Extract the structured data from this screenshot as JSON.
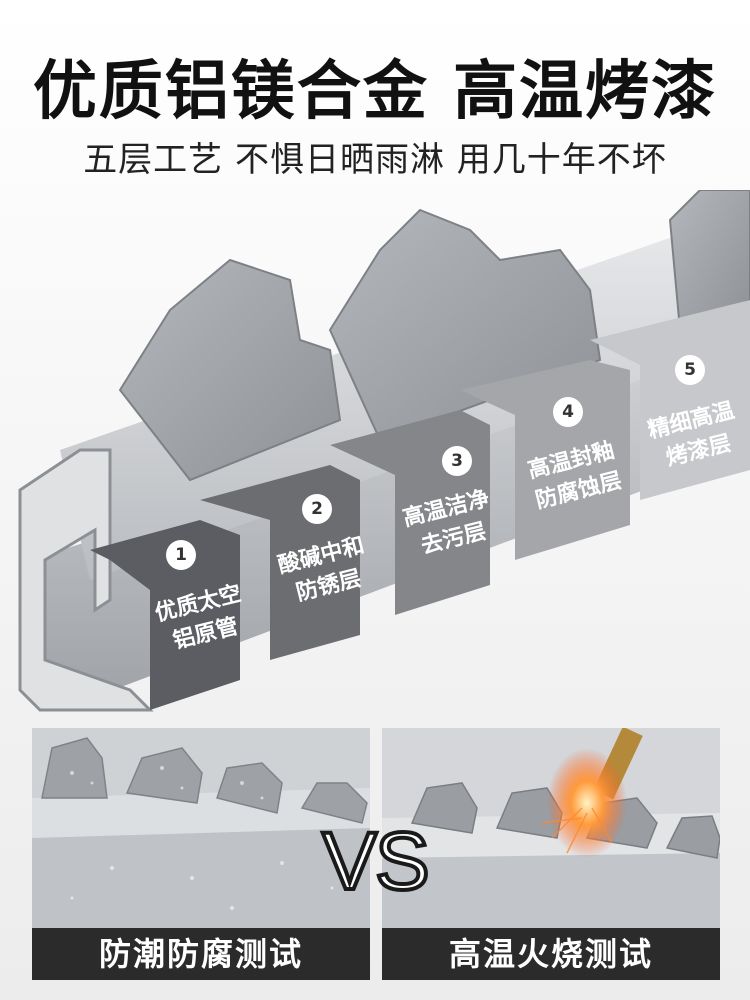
{
  "header": {
    "title": "优质铝镁合金 高温烤漆",
    "subtitle": "五层工艺 不惧日晒雨淋 用几十年不坏"
  },
  "layers": [
    {
      "number": "1",
      "line1": "优质太空",
      "line2": "铝原管",
      "color": "#5b5d62"
    },
    {
      "number": "2",
      "line1": "酸碱中和",
      "line2": "防锈层",
      "color": "#6b6d71"
    },
    {
      "number": "3",
      "line1": "高温洁净",
      "line2": "去污层",
      "color": "#84868a"
    },
    {
      "number": "4",
      "line1": "高温封釉",
      "line2": "防腐蚀层",
      "color": "#a4a6a9"
    },
    {
      "number": "5",
      "line1": "精细高温",
      "line2": "烤漆层",
      "color": "#c6c8cb"
    }
  ],
  "comparison": {
    "left_caption": "防潮防腐测试",
    "right_caption": "高温火烧测试",
    "vs_label": "VS"
  }
}
